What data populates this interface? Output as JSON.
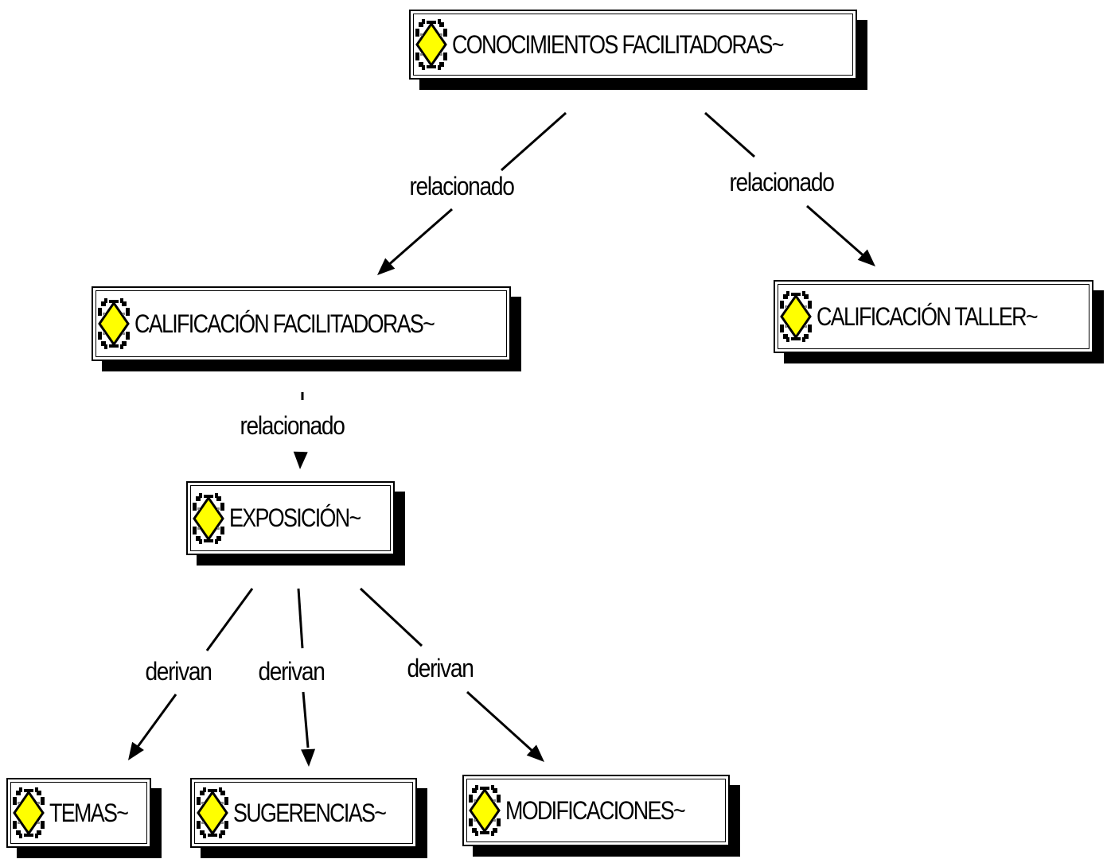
{
  "colors": {
    "stroke": "#000000",
    "background": "#ffffff",
    "icon_fill": "#ffff00",
    "icon_outline": "#000000"
  },
  "nodes": {
    "conocimientos": {
      "label": "CONOCIMIENTOS FACILITADORAS~",
      "icon": "person-icon"
    },
    "calif_facilitadoras": {
      "label": "CALIFICACIÓN FACILITADORAS~",
      "icon": "person-icon"
    },
    "calif_taller": {
      "label": "CALIFICACIÓN TALLER~",
      "icon": "person-icon"
    },
    "exposicion": {
      "label": "EXPOSICIÓN~",
      "icon": "person-icon"
    },
    "temas": {
      "label": "TEMAS~",
      "icon": "person-icon"
    },
    "sugerencias": {
      "label": "SUGERENCIAS~",
      "icon": "person-icon"
    },
    "modificaciones": {
      "label": "MODIFICACIONES~",
      "icon": "person-icon"
    }
  },
  "edges": {
    "e1": {
      "from": "conocimientos",
      "to": "calif_facilitadoras",
      "label": "relacionado"
    },
    "e2": {
      "from": "conocimientos",
      "to": "calif_taller",
      "label": "relacionado"
    },
    "e3": {
      "from": "calif_facilitadoras",
      "to": "exposicion",
      "label": "relacionado"
    },
    "e4": {
      "from": "exposicion",
      "to": "temas",
      "label": "derivan"
    },
    "e5": {
      "from": "exposicion",
      "to": "sugerencias",
      "label": "derivan"
    },
    "e6": {
      "from": "exposicion",
      "to": "modificaciones",
      "label": "derivan"
    }
  }
}
